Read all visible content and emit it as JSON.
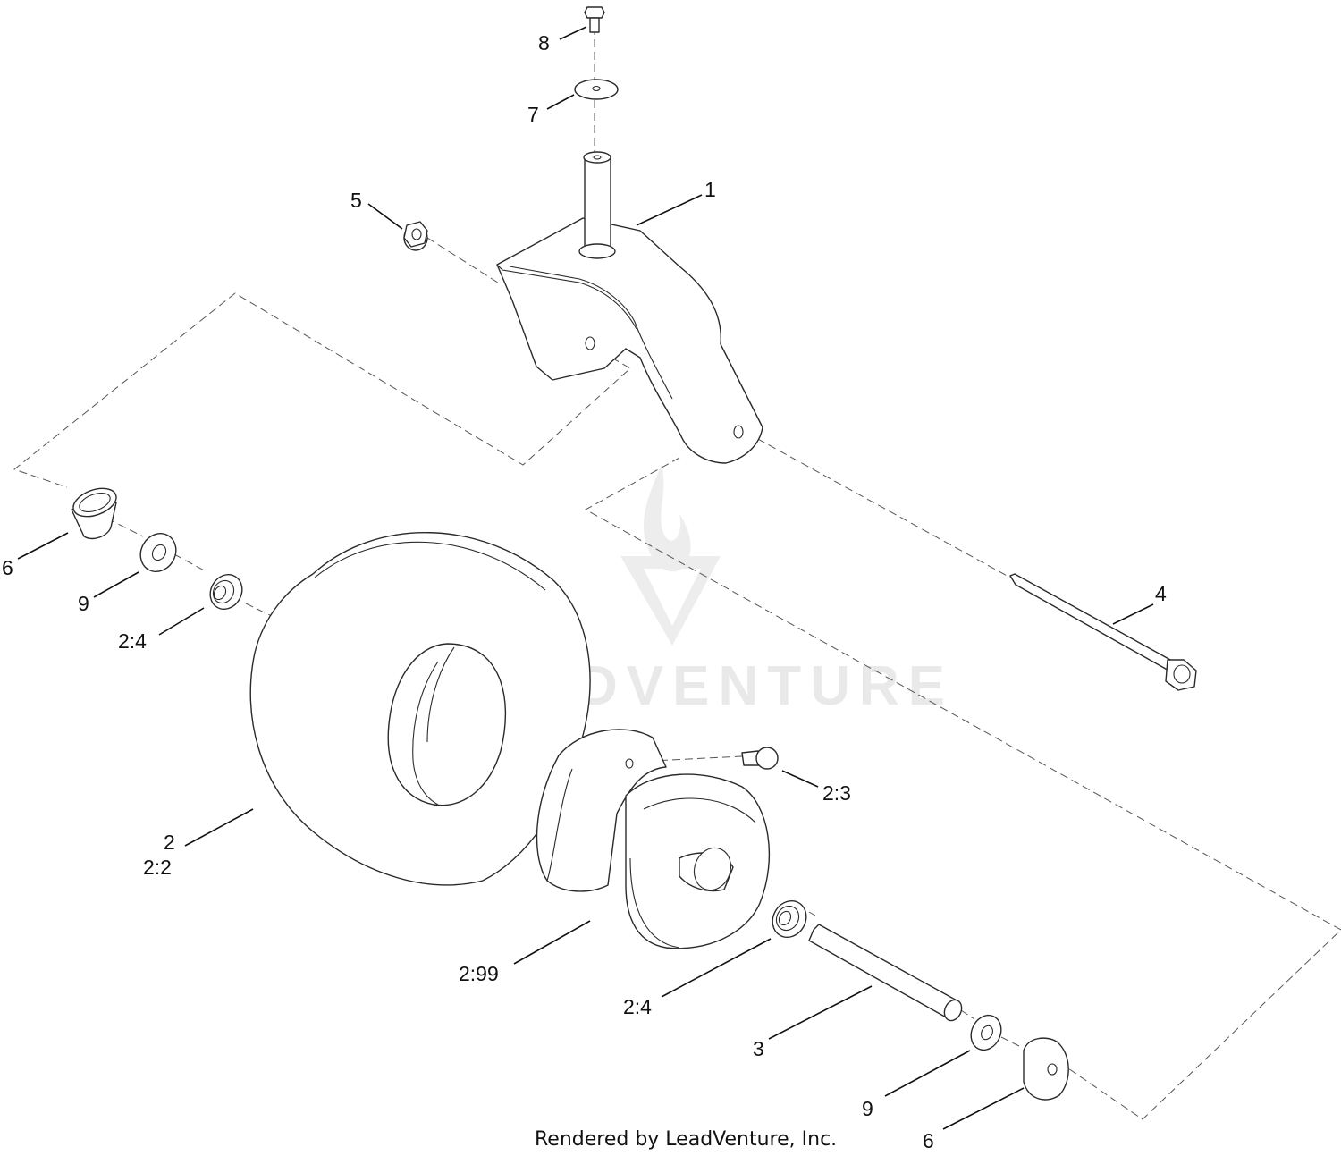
{
  "callouts": [
    {
      "id": "c8",
      "text": "8"
    },
    {
      "id": "c7",
      "text": "7"
    },
    {
      "id": "c1",
      "text": "1"
    },
    {
      "id": "c5",
      "text": "5"
    },
    {
      "id": "c6a",
      "text": "6"
    },
    {
      "id": "c9a",
      "text": "9"
    },
    {
      "id": "c24a",
      "text": "2:4"
    },
    {
      "id": "c4",
      "text": "4"
    },
    {
      "id": "c23",
      "text": "2:3"
    },
    {
      "id": "c2",
      "text": "2"
    },
    {
      "id": "c22",
      "text": "2:2"
    },
    {
      "id": "c299",
      "text": "2:99"
    },
    {
      "id": "c24b",
      "text": "2:4"
    },
    {
      "id": "c3",
      "text": "3"
    },
    {
      "id": "c9b",
      "text": "9"
    },
    {
      "id": "c6b",
      "text": "6"
    }
  ],
  "footer": "Rendered by LeadVenture, Inc.",
  "watermark": "LEADVENTURE",
  "colors": {
    "line": "#2a2a2a",
    "background": "#ffffff",
    "watermark": "#e9e9e9"
  }
}
